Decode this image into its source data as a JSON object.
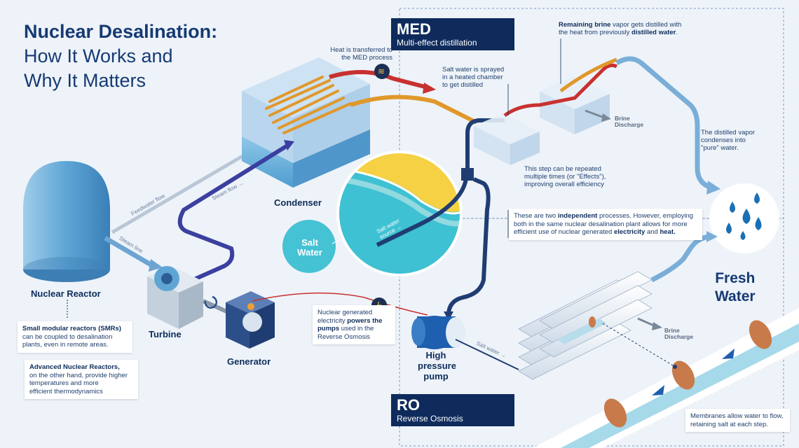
{
  "title": {
    "line1": "Nuclear Desalination:",
    "line2": "How It Works and",
    "line3": "Why It Matters"
  },
  "labels": {
    "nuclear_reactor": "Nuclear Reactor",
    "turbine": "Turbine",
    "generator": "Generator",
    "condenser": "Condenser",
    "salt_water": "Salt\nWater",
    "high_pressure_pump": "High\npressure\npump",
    "fresh_water": "Fresh\nWater",
    "brine_discharge_top": "Brine\nDischarge",
    "brine_discharge_bottom": "Brine\nDischarge"
  },
  "flow_labels": {
    "feedwater_flow": "Feedwater flow",
    "steam_flow": "Steam flow →",
    "steam_line": "Steam line",
    "salt_water_source": "Salt water\nsource →",
    "salt_water_ro": "Salt water →"
  },
  "sections": {
    "med": {
      "code": "MED",
      "name": "Multi-effect distillation"
    },
    "ro": {
      "code": "RO",
      "name": "Reverse Osmosis"
    }
  },
  "callouts": {
    "heat_transfer": "Heat is transferred to\nthe MED process",
    "salt_sprayed": "Salt water is sprayed\nin a heated chamber\nto get distilled",
    "remaining_brine_bold1": "Remaining brine",
    "remaining_brine_rest1": " vapor gets distilled with",
    "remaining_brine_rest2": "the heat from previously ",
    "remaining_brine_bold2": "distilled water",
    "remaining_brine_end": ".",
    "repeat_step": "This step can be repeated\nmultiple times (or \"Effects\"),\nimproving overall efficiency",
    "distilled_vapor": "The distilled vapor\ncondenses into\n\"pure\" water.",
    "independent_a": "These are two ",
    "independent_b": "independent",
    "independent_c": " processes. However, employing\nboth in the same nuclear desalination plant allows for more\nefficient use of nuclear generated ",
    "independent_d": "electricity",
    "independent_e": " and ",
    "independent_f": "heat.",
    "nuclear_elec_a": "Nuclear generated\nelectricity ",
    "nuclear_elec_b": "powers the\npumps",
    "nuclear_elec_c": " used in the\nReverse Osmosis",
    "smr_bold": "Small modular reactors (SMRs)",
    "smr_rest": "can be coupled to desalination\nplants, even in remote areas.",
    "adv_bold": "Advanced Nuclear Reactors,",
    "adv_rest": "on the other hand, provide higher\ntemperatures and more\nefficient thermodynamics",
    "membranes": "Membranes allow water to flow,\nretaining salt at each step."
  },
  "colors": {
    "navy": "#0e2b5c",
    "steam_blue": "#3a3fa0",
    "hot_red": "#c8312f",
    "warm_orange": "#e0982b",
    "water_blue": "#6fb4dc",
    "pipe_blue": "#7aaed8",
    "sea_teal": "#3ec1d3",
    "sand_yellow": "#f5d143"
  }
}
